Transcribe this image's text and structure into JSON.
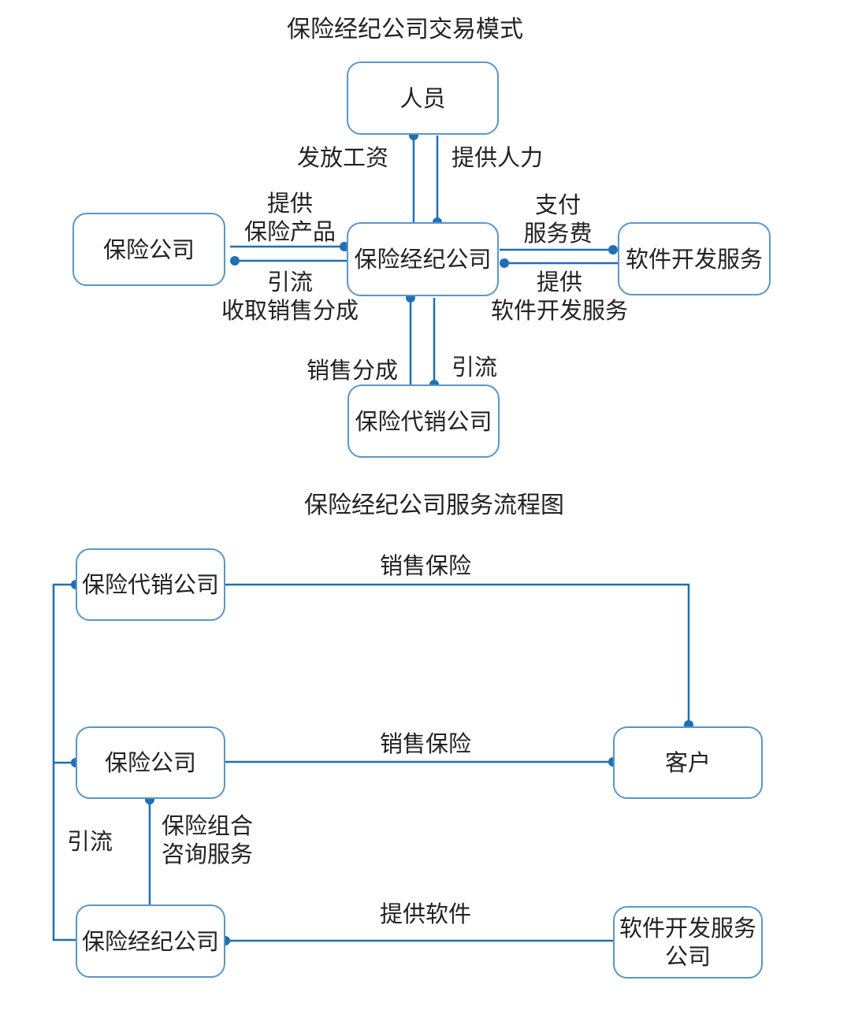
{
  "diagram1": {
    "title": "保险经纪公司交易模式",
    "nodes": {
      "personnel": "人员",
      "insurer": "保险公司",
      "broker": "保险经纪公司",
      "software": "软件开发服务",
      "agent": "保险代销公司"
    },
    "edges": {
      "pay_salary": "发放工资",
      "provide_labor": "提供人力",
      "provide_products": "提供\n保险产品",
      "traffic_commission": "引流\n收取销售分成",
      "pay_service_fee": "支付\n服务费",
      "provide_software_service": "提供\n软件开发服务",
      "sales_share": "销售分成",
      "traffic": "引流"
    }
  },
  "diagram2": {
    "title": "保险经纪公司服务流程图",
    "nodes": {
      "agent": "保险代销公司",
      "insurer": "保险公司",
      "broker": "保险经纪公司",
      "customer": "客户",
      "software_company": "软件开发服务公司"
    },
    "edges": {
      "agent_sell": "销售保险",
      "insurer_sell": "销售保险",
      "traffic": "引流",
      "consulting": "保险组合\n咨询服务",
      "provide_software": "提供软件"
    }
  },
  "colors": {
    "line": "#1f6fb5",
    "border": "#5a96c8"
  }
}
